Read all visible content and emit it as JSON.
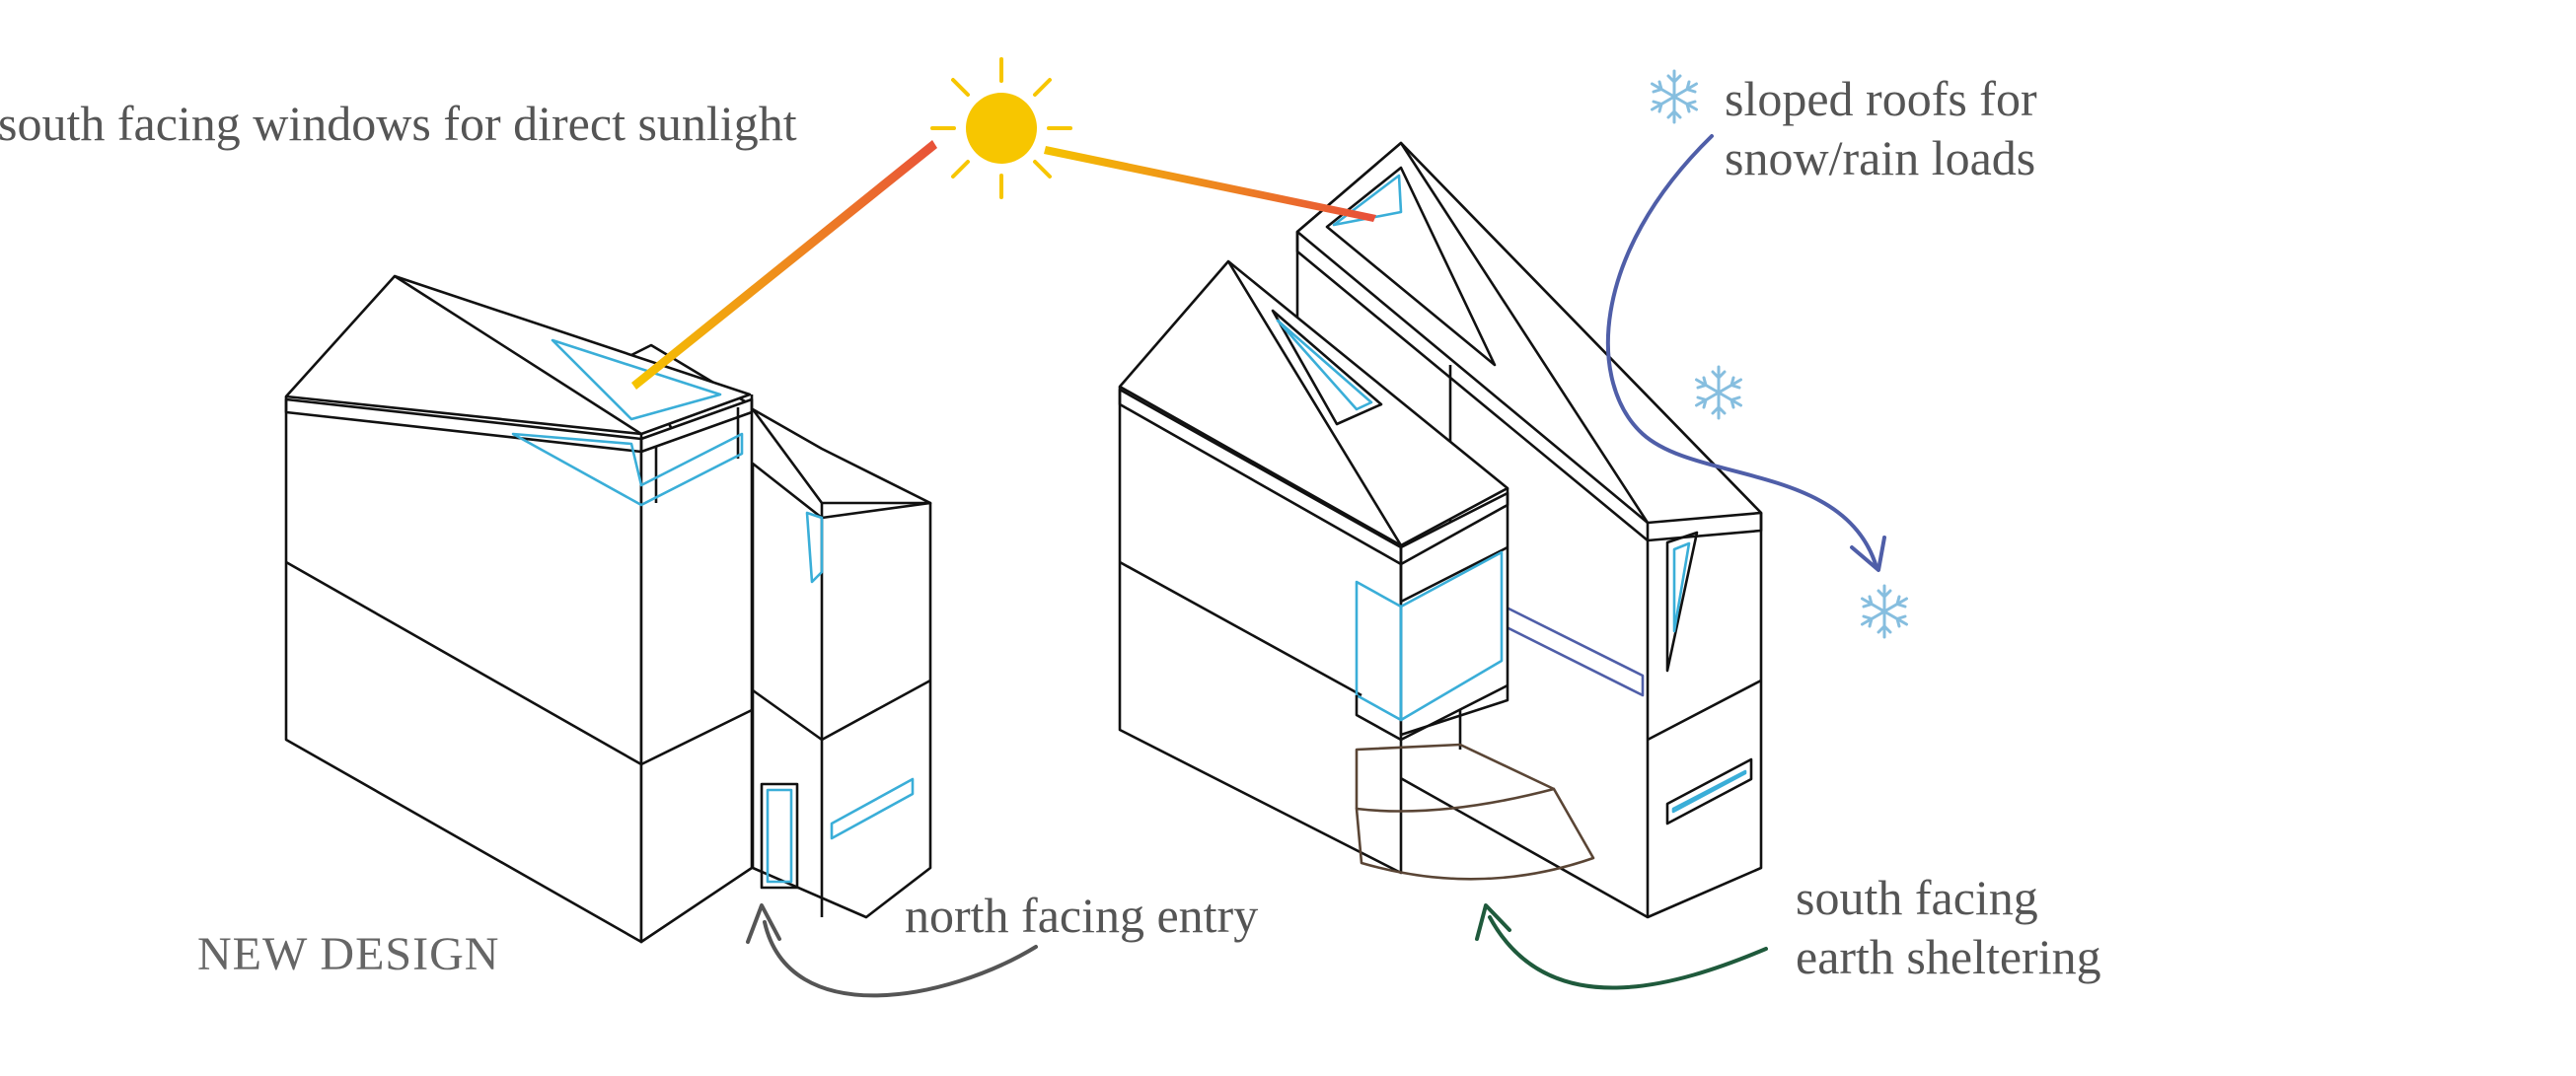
{
  "caption": "NEW DESIGN",
  "annotations": {
    "sunlight": "south facing windows for direct sunlight",
    "roofs_line1": "sloped roofs for",
    "roofs_line2": "snow/rain loads",
    "entry": "north facing entry",
    "earth_line1": "south facing",
    "earth_line2": "earth sheltering"
  },
  "icons": [
    "sun-icon",
    "snowflake-icon",
    "sunray-beam",
    "curved-arrow"
  ],
  "colors": {
    "outline": "#111111",
    "window": "#3aaed8",
    "sun": "#f7c600",
    "ray_start": "#f5c400",
    "ray_end": "#e8503a",
    "snow_arrow": "#4f5ea8",
    "snowflake": "#86bedf",
    "entry_arrow": "#555555",
    "earth_arrow": "#1f5a3c",
    "earth_shelter": "#5a4535",
    "text": "#555555"
  }
}
